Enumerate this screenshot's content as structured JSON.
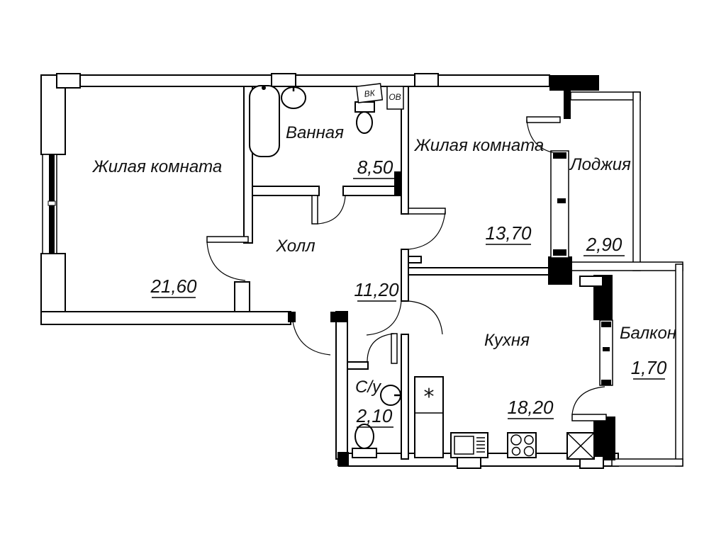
{
  "plan": {
    "type": "apartment-floor-plan",
    "rooms": [
      {
        "key": "living1",
        "name": "Жилая комната",
        "area": "21,60"
      },
      {
        "key": "bathroom",
        "name": "Ванная",
        "area": "8,50"
      },
      {
        "key": "living2",
        "name": "Жилая комната",
        "area": "13,70"
      },
      {
        "key": "loggia",
        "name": "Лоджия",
        "area": "2,90"
      },
      {
        "key": "hall",
        "name": "Холл",
        "area": "11,20"
      },
      {
        "key": "kitchen",
        "name": "Кухня",
        "area": "18,20"
      },
      {
        "key": "balcony",
        "name": "Балкон",
        "area": "1,70"
      },
      {
        "key": "wc",
        "name": "С/у",
        "area": "2,10"
      }
    ],
    "utility_labels": {
      "vk": "ВК",
      "ov": "ОВ"
    },
    "symbols": {
      "fridge": "*"
    },
    "colors": {
      "walls": "#000000",
      "background": "#ffffff",
      "text": "#111111"
    }
  }
}
